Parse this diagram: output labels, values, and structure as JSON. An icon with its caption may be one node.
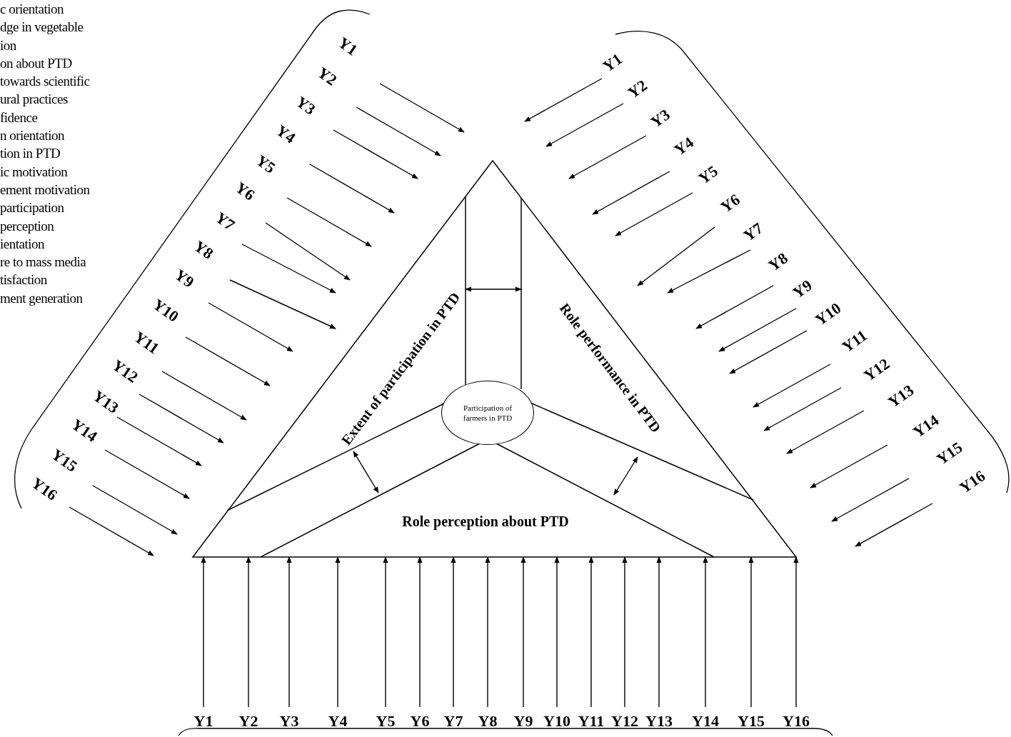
{
  "diagram": {
    "nodes": [
      {
        "text": [],
        "shape": "triangle"
      },
      {
        "text": [
          "Extent of participation in PTD"
        ],
        "in": 0
      },
      {
        "text": [
          "Role performance in PTD"
        ],
        "in": 0
      },
      {
        "text": [
          "Participation of farmers in PTD"
        ],
        "in": 0
      },
      {
        "text": [
          "Role perception about PTD"
        ],
        "in": 0
      },
      {
        "text": [
          "Y1"
        ]
      },
      {
        "text": [
          "Y2"
        ]
      },
      {
        "text": [
          "Y3"
        ]
      },
      {
        "text": [
          "Y4"
        ]
      },
      {
        "text": [
          "Y5"
        ]
      },
      {
        "text": [
          "Y6"
        ]
      },
      {
        "text": [
          "Y7"
        ]
      },
      {
        "text": [
          "Y8"
        ]
      },
      {
        "text": [
          "Y9"
        ]
      },
      {
        "text": [
          "Y10"
        ]
      },
      {
        "text": [
          "Y11"
        ]
      },
      {
        "text": [
          "Y12"
        ]
      },
      {
        "text": [
          "Y13"
        ]
      },
      {
        "text": [
          "Y14"
        ]
      },
      {
        "text": [
          "Y15"
        ]
      },
      {
        "text": [
          "Y16"
        ]
      },
      {
        "text": [
          "Y1"
        ]
      },
      {
        "text": [
          "Y2"
        ]
      },
      {
        "text": [
          "Y3"
        ]
      },
      {
        "text": [
          "Y4"
        ]
      },
      {
        "text": [
          "Y5"
        ]
      },
      {
        "text": [
          "Y6"
        ]
      },
      {
        "text": [
          "Y7"
        ]
      },
      {
        "text": [
          "Y8"
        ]
      },
      {
        "text": [
          "Y9"
        ]
      },
      {
        "text": [
          "Y10"
        ]
      },
      {
        "text": [
          "Y11"
        ]
      },
      {
        "text": [
          "Y12"
        ]
      },
      {
        "text": [
          "Y13"
        ]
      },
      {
        "text": [
          "Y14"
        ]
      },
      {
        "text": [
          "Y15"
        ]
      },
      {
        "text": [
          "Y16"
        ]
      },
      {
        "text": [
          "Y1"
        ]
      },
      {
        "text": [
          "Y2"
        ]
      },
      {
        "text": [
          "Y3"
        ]
      },
      {
        "text": [
          "Y4"
        ]
      },
      {
        "text": [
          "Y5"
        ]
      },
      {
        "text": [
          "Y6"
        ]
      },
      {
        "text": [
          "Y7"
        ]
      },
      {
        "text": [
          "Y8"
        ]
      },
      {
        "text": [
          "Y9"
        ]
      },
      {
        "text": [
          "Y10"
        ]
      },
      {
        "text": [
          "Y11"
        ]
      },
      {
        "text": [
          "Y12"
        ]
      },
      {
        "text": [
          "Y13"
        ]
      },
      {
        "text": [
          "Y14"
        ]
      },
      {
        "text": [
          "Y15"
        ]
      },
      {
        "text": [
          "Y16"
        ]
      }
    ],
    "edges": [
      {
        "from": 1,
        "to": 2,
        "arrow": "both"
      },
      {
        "from": 1,
        "to": 4,
        "arrow": "both"
      },
      {
        "from": 2,
        "to": 4,
        "arrow": "both"
      },
      {
        "from": 5,
        "to": null,
        "arrow": "to"
      },
      {
        "from": 6,
        "to": null,
        "arrow": "to"
      },
      {
        "from": 7,
        "to": null,
        "arrow": "to"
      },
      {
        "from": 8,
        "to": null,
        "arrow": "to"
      },
      {
        "from": 9,
        "to": null,
        "arrow": "to"
      },
      {
        "from": 10,
        "to": 1,
        "arrow": "to"
      },
      {
        "from": 11,
        "to": 1,
        "arrow": "to"
      },
      {
        "from": 12,
        "to": 1,
        "arrow": "to"
      },
      {
        "from": 13,
        "to": null,
        "arrow": "to"
      },
      {
        "from": 14,
        "to": null,
        "arrow": "to"
      },
      {
        "from": 15,
        "to": null,
        "arrow": "to"
      },
      {
        "from": 16,
        "to": null,
        "arrow": "to"
      },
      {
        "from": 17,
        "to": null,
        "arrow": "to"
      },
      {
        "from": 18,
        "to": null,
        "arrow": "to"
      },
      {
        "from": 19,
        "to": null,
        "arrow": "to"
      },
      {
        "from": 20,
        "to": null,
        "arrow": "to"
      },
      {
        "from": 21,
        "to": null,
        "arrow": "to"
      },
      {
        "from": 22,
        "to": null,
        "arrow": "to"
      },
      {
        "from": 23,
        "to": null,
        "arrow": "to"
      },
      {
        "from": 24,
        "to": null,
        "arrow": "to"
      },
      {
        "from": 25,
        "to": null,
        "arrow": "to"
      },
      {
        "from": 26,
        "to": 2,
        "arrow": "to"
      },
      {
        "from": 27,
        "to": 2,
        "arrow": "to"
      },
      {
        "from": 28,
        "to": null,
        "arrow": "to"
      },
      {
        "from": 29,
        "to": null,
        "arrow": "to"
      },
      {
        "from": 30,
        "to": null,
        "arrow": "to"
      },
      {
        "from": 31,
        "to": null,
        "arrow": "to"
      },
      {
        "from": 32,
        "to": null,
        "arrow": "to"
      },
      {
        "from": 33,
        "to": null,
        "arrow": "to"
      },
      {
        "from": 34,
        "to": null,
        "arrow": "to"
      },
      {
        "from": 35,
        "to": null,
        "arrow": "to"
      },
      {
        "from": 36,
        "to": null,
        "arrow": "to"
      },
      {
        "from": 37,
        "to": 0,
        "arrow": "to"
      },
      {
        "from": 38,
        "to": 0,
        "arrow": "to"
      },
      {
        "from": 39,
        "to": 0,
        "arrow": "to"
      },
      {
        "from": 40,
        "to": 0,
        "arrow": "to"
      },
      {
        "from": 41,
        "to": 0,
        "arrow": "to"
      },
      {
        "from": 42,
        "to": 0,
        "arrow": "to"
      },
      {
        "from": 43,
        "to": 0,
        "arrow": "to"
      },
      {
        "from": 44,
        "to": 0,
        "arrow": "to"
      },
      {
        "from": 45,
        "to": 0,
        "arrow": "to"
      },
      {
        "from": 46,
        "to": 0,
        "arrow": "to"
      },
      {
        "from": 47,
        "to": 0,
        "arrow": "to"
      },
      {
        "from": 48,
        "to": 0,
        "arrow": "to"
      },
      {
        "from": 49,
        "to": 0,
        "arrow": "to"
      },
      {
        "from": 50,
        "to": 0,
        "arrow": "to"
      },
      {
        "from": 51,
        "to": 0,
        "arrow": "to"
      },
      {
        "from": 52,
        "to": 0,
        "arrow": "to"
      }
    ],
    "labels": [
      "c orientation",
      "dge in vegetable",
      "ion",
      "on about PTD",
      "towards scientific",
      "ural practices",
      "fidence",
      "n orientation",
      "tion in PTD",
      "ic motivation",
      "ement motivation",
      "participation",
      "perception",
      "ientation",
      "re to mass media",
      "tisfaction",
      "ment generation"
    ]
  }
}
